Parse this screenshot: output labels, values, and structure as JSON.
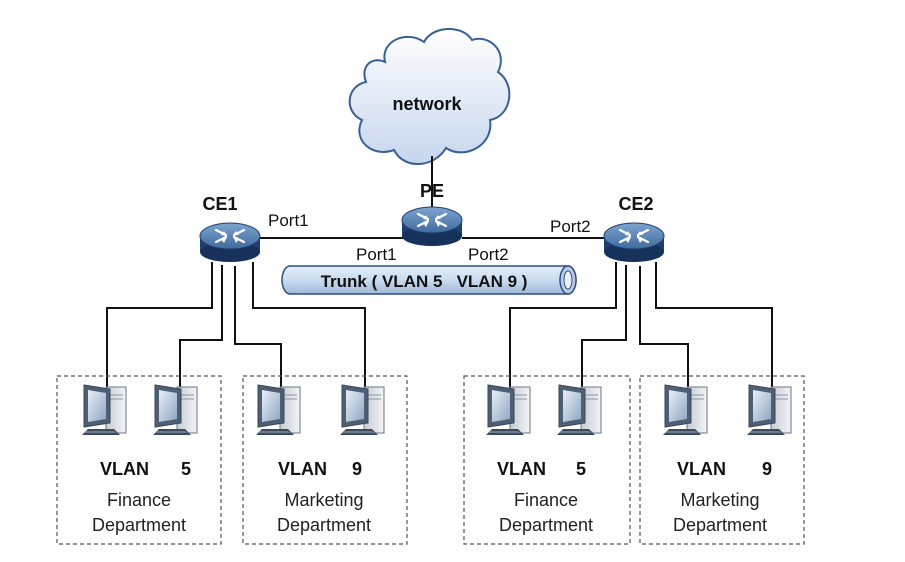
{
  "cloud": {
    "label": "network"
  },
  "devices": {
    "pe": {
      "label": "PE",
      "port_left": "Port1",
      "port_right": "Port2"
    },
    "ce1": {
      "label": "CE1",
      "port": "Port1"
    },
    "ce2": {
      "label": "CE2",
      "port": "Port2"
    }
  },
  "trunk": {
    "label": "Trunk ( VLAN 5   VLAN 9 )"
  },
  "groups": [
    {
      "vlan_word": "VLAN",
      "vlan_id": "5",
      "dept_line1": "Finance",
      "dept_line2": "Department"
    },
    {
      "vlan_word": "VLAN",
      "vlan_id": "9",
      "dept_line1": "Marketing",
      "dept_line2": "Department"
    },
    {
      "vlan_word": "VLAN",
      "vlan_id": "5",
      "dept_line1": "Finance",
      "dept_line2": "Department"
    },
    {
      "vlan_word": "VLAN",
      "vlan_id": "9",
      "dept_line1": "Marketing",
      "dept_line2": "Department"
    }
  ],
  "colors": {
    "router_top": "#5b86b8",
    "router_body": "#1f3f6e",
    "cloud_fill": "#e4ecf7",
    "trunk_fill": "#c9dbef"
  }
}
